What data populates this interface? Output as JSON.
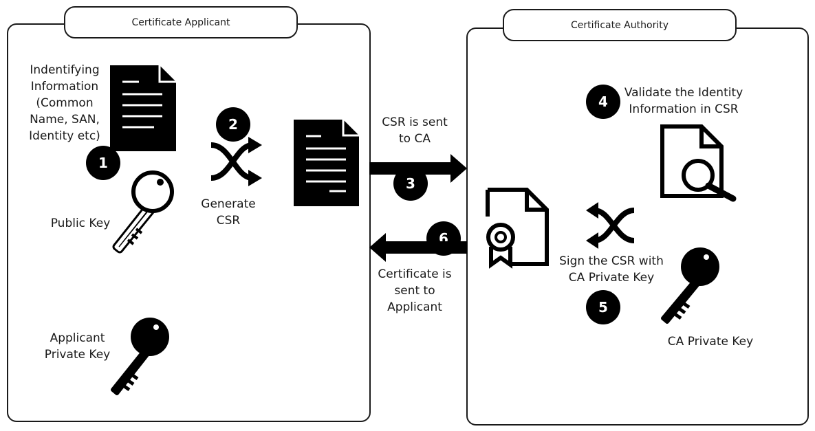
{
  "applicant": {
    "title": "Certificate Applicant",
    "identifying_info": "Indentifying\nInformation\n(Common\nName, SAN,\nIdentity etc)",
    "public_key": "Public Key",
    "generate_csr": "Generate\nCSR",
    "private_key": "Applicant\nPrivate Key"
  },
  "authority": {
    "title": "Certificate Authority",
    "validate": "Validate the Identity\nInformation in CSR",
    "sign": "Sign the CSR with\nCA Private Key",
    "ca_private_key": "CA Private Key"
  },
  "flow": {
    "csr_sent": "CSR is sent\nto CA",
    "cert_sent": "Certificate is\nsent to\nApplicant"
  },
  "steps": [
    "1",
    "2",
    "3",
    "4",
    "5",
    "6"
  ],
  "icons": [
    "document-icon",
    "shuffle-icon",
    "key-outline-icon",
    "key-solid-icon",
    "document-search-icon",
    "certificate-icon",
    "arrow-right-icon",
    "arrow-left-icon"
  ],
  "colors": {
    "ink": "#000000",
    "badge_text": "#ffffff"
  }
}
